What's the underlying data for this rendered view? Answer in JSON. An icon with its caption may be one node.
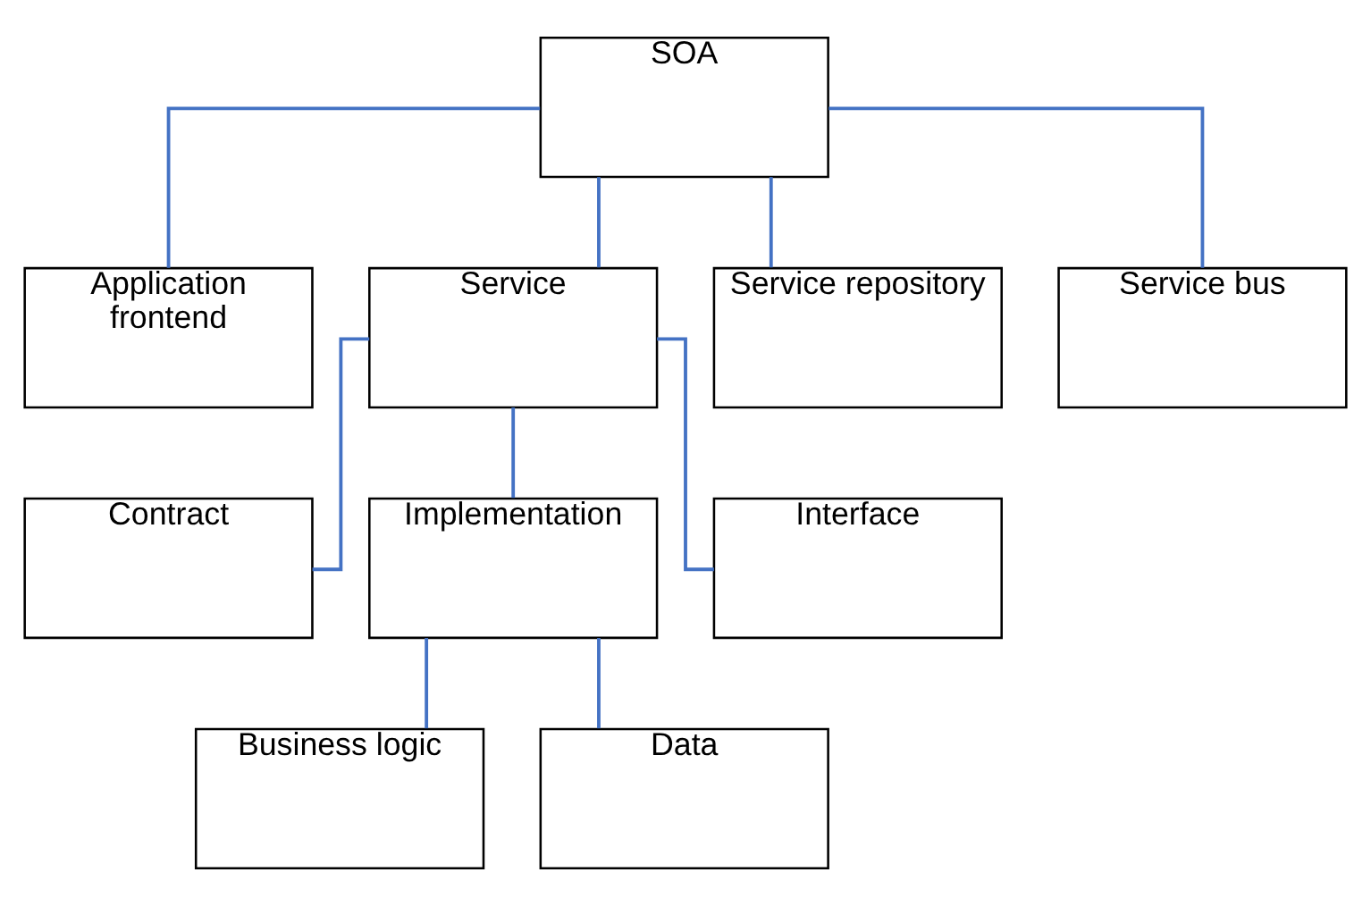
{
  "diagram": {
    "nodes": [
      {
        "text": [
          "SOA"
        ]
      },
      {
        "text": [
          "Application frontend"
        ]
      },
      {
        "text": [
          "Service"
        ]
      },
      {
        "text": [
          "Service repository"
        ]
      },
      {
        "text": [
          "Service bus"
        ]
      },
      {
        "text": [
          "Contract"
        ]
      },
      {
        "text": [
          "Implementation"
        ]
      },
      {
        "text": [
          "Interface"
        ]
      },
      {
        "text": [
          "Business logic"
        ]
      },
      {
        "text": [
          "Data"
        ]
      }
    ],
    "edges": [
      {
        "from": 0,
        "to": 1,
        "arrow": "none"
      },
      {
        "from": 0,
        "to": 2,
        "arrow": "none"
      },
      {
        "from": 0,
        "to": 3,
        "arrow": "none"
      },
      {
        "from": 0,
        "to": 4,
        "arrow": "none"
      },
      {
        "from": 2,
        "to": 5,
        "arrow": "none"
      },
      {
        "from": 2,
        "to": 6,
        "arrow": "none"
      },
      {
        "from": 2,
        "to": 7,
        "arrow": "none"
      },
      {
        "from": 6,
        "to": 8,
        "arrow": "none"
      },
      {
        "from": 6,
        "to": 9,
        "arrow": "none"
      }
    ]
  }
}
